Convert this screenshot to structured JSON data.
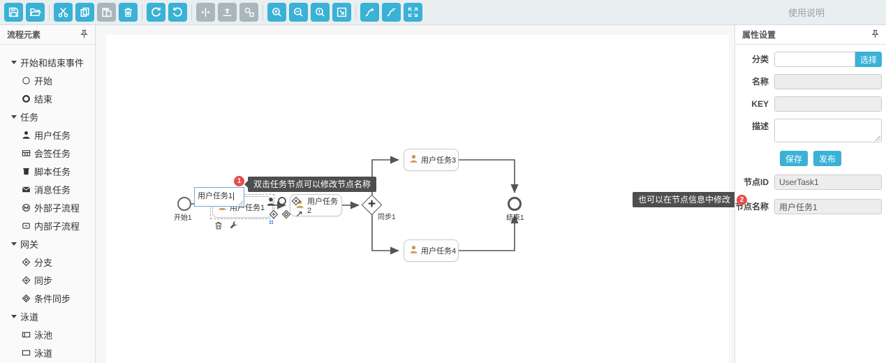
{
  "toolbar": {
    "help_label": "使用说明",
    "buttons": [
      {
        "name": "save",
        "enabled": true
      },
      {
        "name": "open",
        "enabled": true
      },
      {
        "name": "cut",
        "enabled": true
      },
      {
        "name": "copy",
        "enabled": true
      },
      {
        "name": "paste",
        "enabled": false
      },
      {
        "name": "delete",
        "enabled": true
      },
      {
        "name": "redo",
        "enabled": true
      },
      {
        "name": "undo",
        "enabled": true
      },
      {
        "name": "align-horizontal",
        "enabled": false
      },
      {
        "name": "align-vertical",
        "enabled": false
      },
      {
        "name": "preview",
        "enabled": false
      },
      {
        "name": "zoom-in",
        "enabled": true
      },
      {
        "name": "zoom-out",
        "enabled": true
      },
      {
        "name": "zoom-actual",
        "enabled": true
      },
      {
        "name": "zoom-fit",
        "enabled": true
      },
      {
        "name": "connection-add",
        "enabled": true
      },
      {
        "name": "connection-remove",
        "enabled": true
      },
      {
        "name": "fullscreen",
        "enabled": true
      }
    ]
  },
  "sidebar": {
    "title": "流程元素",
    "groups": [
      {
        "label": "开始和结束事件",
        "items": [
          {
            "icon": "start-circle-icon",
            "label": "开始"
          },
          {
            "icon": "end-circle-icon",
            "label": "结束"
          }
        ]
      },
      {
        "label": "任务",
        "items": [
          {
            "icon": "user-icon",
            "label": "用户任务"
          },
          {
            "icon": "countersign-icon",
            "label": "会签任务"
          },
          {
            "icon": "script-icon",
            "label": "脚本任务"
          },
          {
            "icon": "message-icon",
            "label": "消息任务"
          },
          {
            "icon": "external-subprocess-icon",
            "label": "外部子流程"
          },
          {
            "icon": "internal-subprocess-icon",
            "label": "内部子流程"
          }
        ]
      },
      {
        "label": "网关",
        "items": [
          {
            "icon": "branch-icon",
            "label": "分支"
          },
          {
            "icon": "sync-icon",
            "label": "同步"
          },
          {
            "icon": "conditional-sync-icon",
            "label": "条件同步"
          }
        ]
      },
      {
        "label": "泳道",
        "items": [
          {
            "icon": "pool-icon",
            "label": "泳池"
          },
          {
            "icon": "lane-icon",
            "label": "泳道"
          }
        ]
      }
    ]
  },
  "canvas": {
    "nodes": {
      "start": {
        "label": "开始1"
      },
      "task1": {
        "label": "用户任务1",
        "edit_value": "用户任务1"
      },
      "task2": {
        "label": "用户任务2"
      },
      "task3": {
        "label": "用户任务3"
      },
      "task4": {
        "label": "用户任务4"
      },
      "sync": {
        "label": "同步1"
      },
      "end": {
        "label": "结束1"
      }
    },
    "tooltips": [
      {
        "badge": "1",
        "text": "双击任务节点可以修改节点名称"
      },
      {
        "badge": "2",
        "text": "也可以在节点信息中修改"
      }
    ]
  },
  "properties": {
    "title": "属性设置",
    "category_label": "分类",
    "category_value": "",
    "select_button": "选择",
    "name_label": "名称",
    "name_value": "",
    "key_label": "KEY",
    "key_value": "",
    "description_label": "描述",
    "description_value": "",
    "save_button": "保存",
    "publish_button": "发布",
    "node_id_label": "节点ID",
    "node_id_value": "UserTask1",
    "node_name_label": "节点名称",
    "node_name_value": "用户任务1"
  },
  "colors": {
    "accent": "#3ab1d6",
    "disabled_button": "#a9b7bc",
    "badge_red": "#e84c4c",
    "tooltip_bg": "#4e4e4e",
    "person_icon": "#c49a50"
  }
}
